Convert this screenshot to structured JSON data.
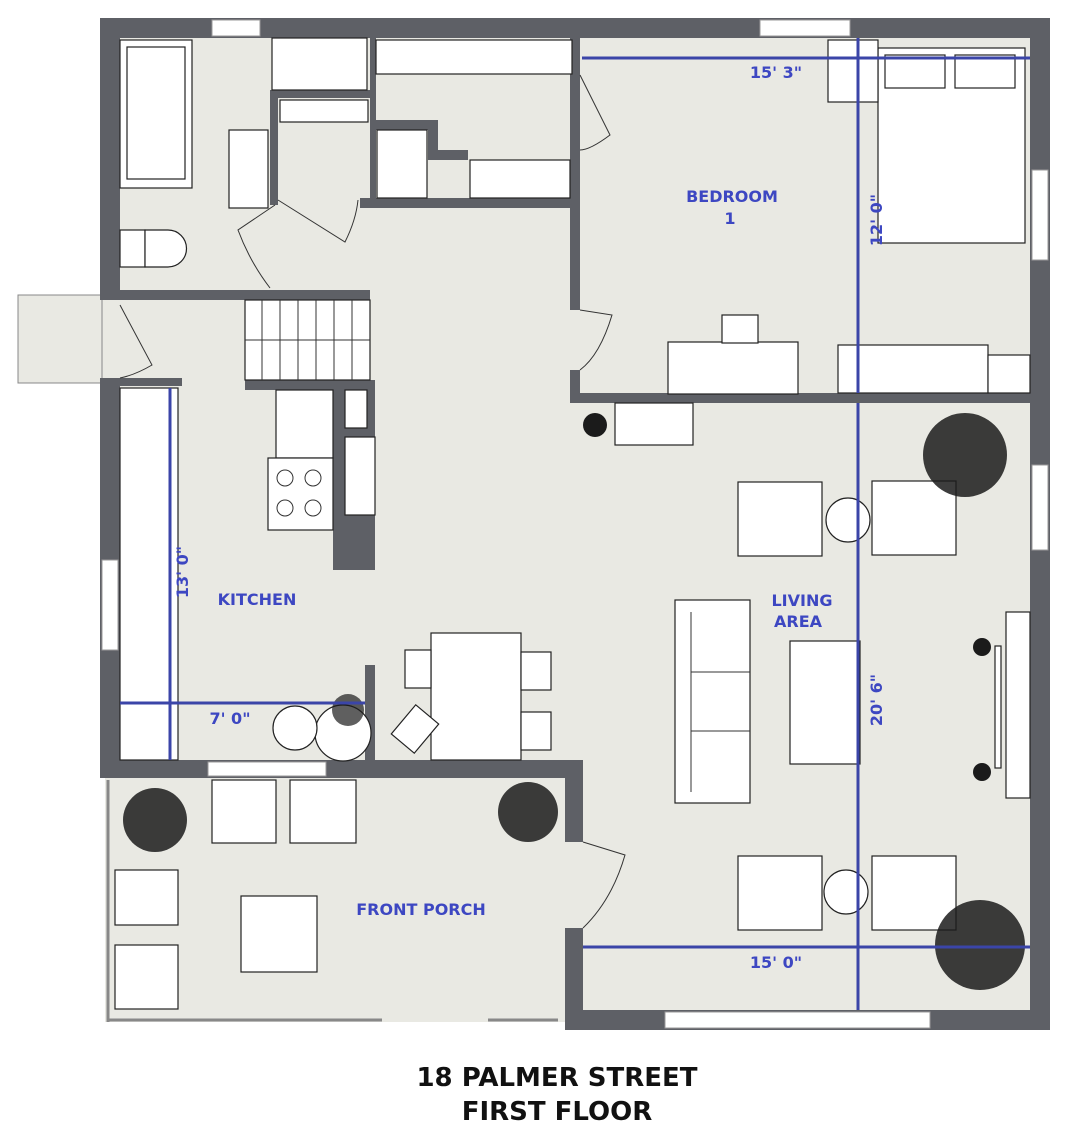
{
  "rooms": {
    "bedroom": {
      "line1": "BEDROOM",
      "line2": "1"
    },
    "kitchen": "KITCHEN",
    "living": {
      "line1": "LIVING",
      "line2": "AREA"
    },
    "porch": "FRONT PORCH"
  },
  "dimensions": {
    "bedroom_width": "15' 3\"",
    "bedroom_depth": "12' 0\"",
    "kitchen_length": "13' 0\"",
    "kitchen_width": "7' 0\"",
    "living_length": "20' 6\"",
    "living_width": "15' 0\""
  },
  "title": {
    "line1": "18 PALMER STREET",
    "line2": "FIRST FLOOR"
  },
  "colors": {
    "wall": "#5e6066",
    "floor": "#e9e9e3",
    "label": "#3d47c2",
    "dimension_line": "#3b45a8"
  }
}
